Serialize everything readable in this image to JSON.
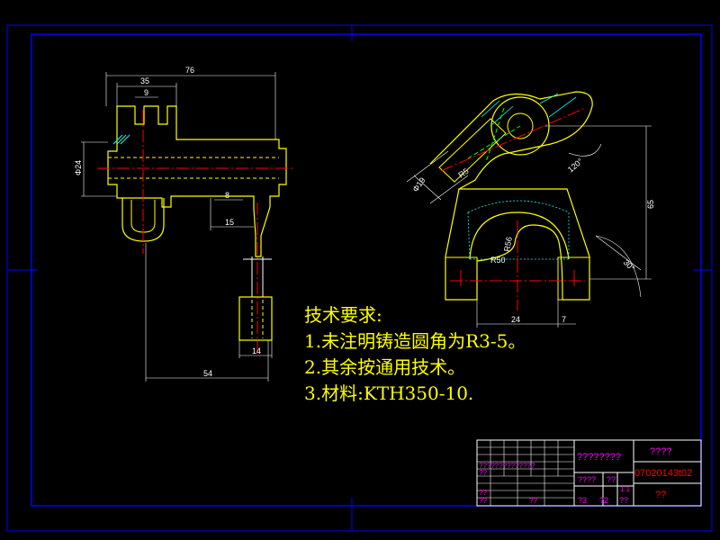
{
  "drawing": {
    "dimensions": {
      "d76": "76",
      "d35": "35",
      "d9": "9",
      "d24v": "Φ24",
      "d8": "8",
      "d15": "15",
      "d14": "14",
      "d54": "54",
      "d19": "Φ19",
      "d24": "24",
      "d65": "65",
      "d1": "7",
      "dR50": "R50",
      "dR56": "R56",
      "dR5": "R5",
      "dang1": "120°",
      "dang2": "30°"
    },
    "tech_requirements": {
      "title": "技术要求:",
      "item1": "1.未注明铸造圆角为R3-5。",
      "item2": "2.其余按通用技术。",
      "item3": "3.材料:KTH350-10."
    },
    "title_block": {
      "name": "????????",
      "scale_label": "????",
      "drawing_no": "07020143t02",
      "material": "??",
      "cell_a": "??",
      "cell_b": "??",
      "cell_c": "??",
      "cell_d": "??",
      "cell_e": "????",
      "cell_f": "??",
      "cell_g": "1:1",
      "cell_h": "?3",
      "cell_i": "?2",
      "cell_j": "??",
      "rows_text": "??????????????"
    }
  }
}
